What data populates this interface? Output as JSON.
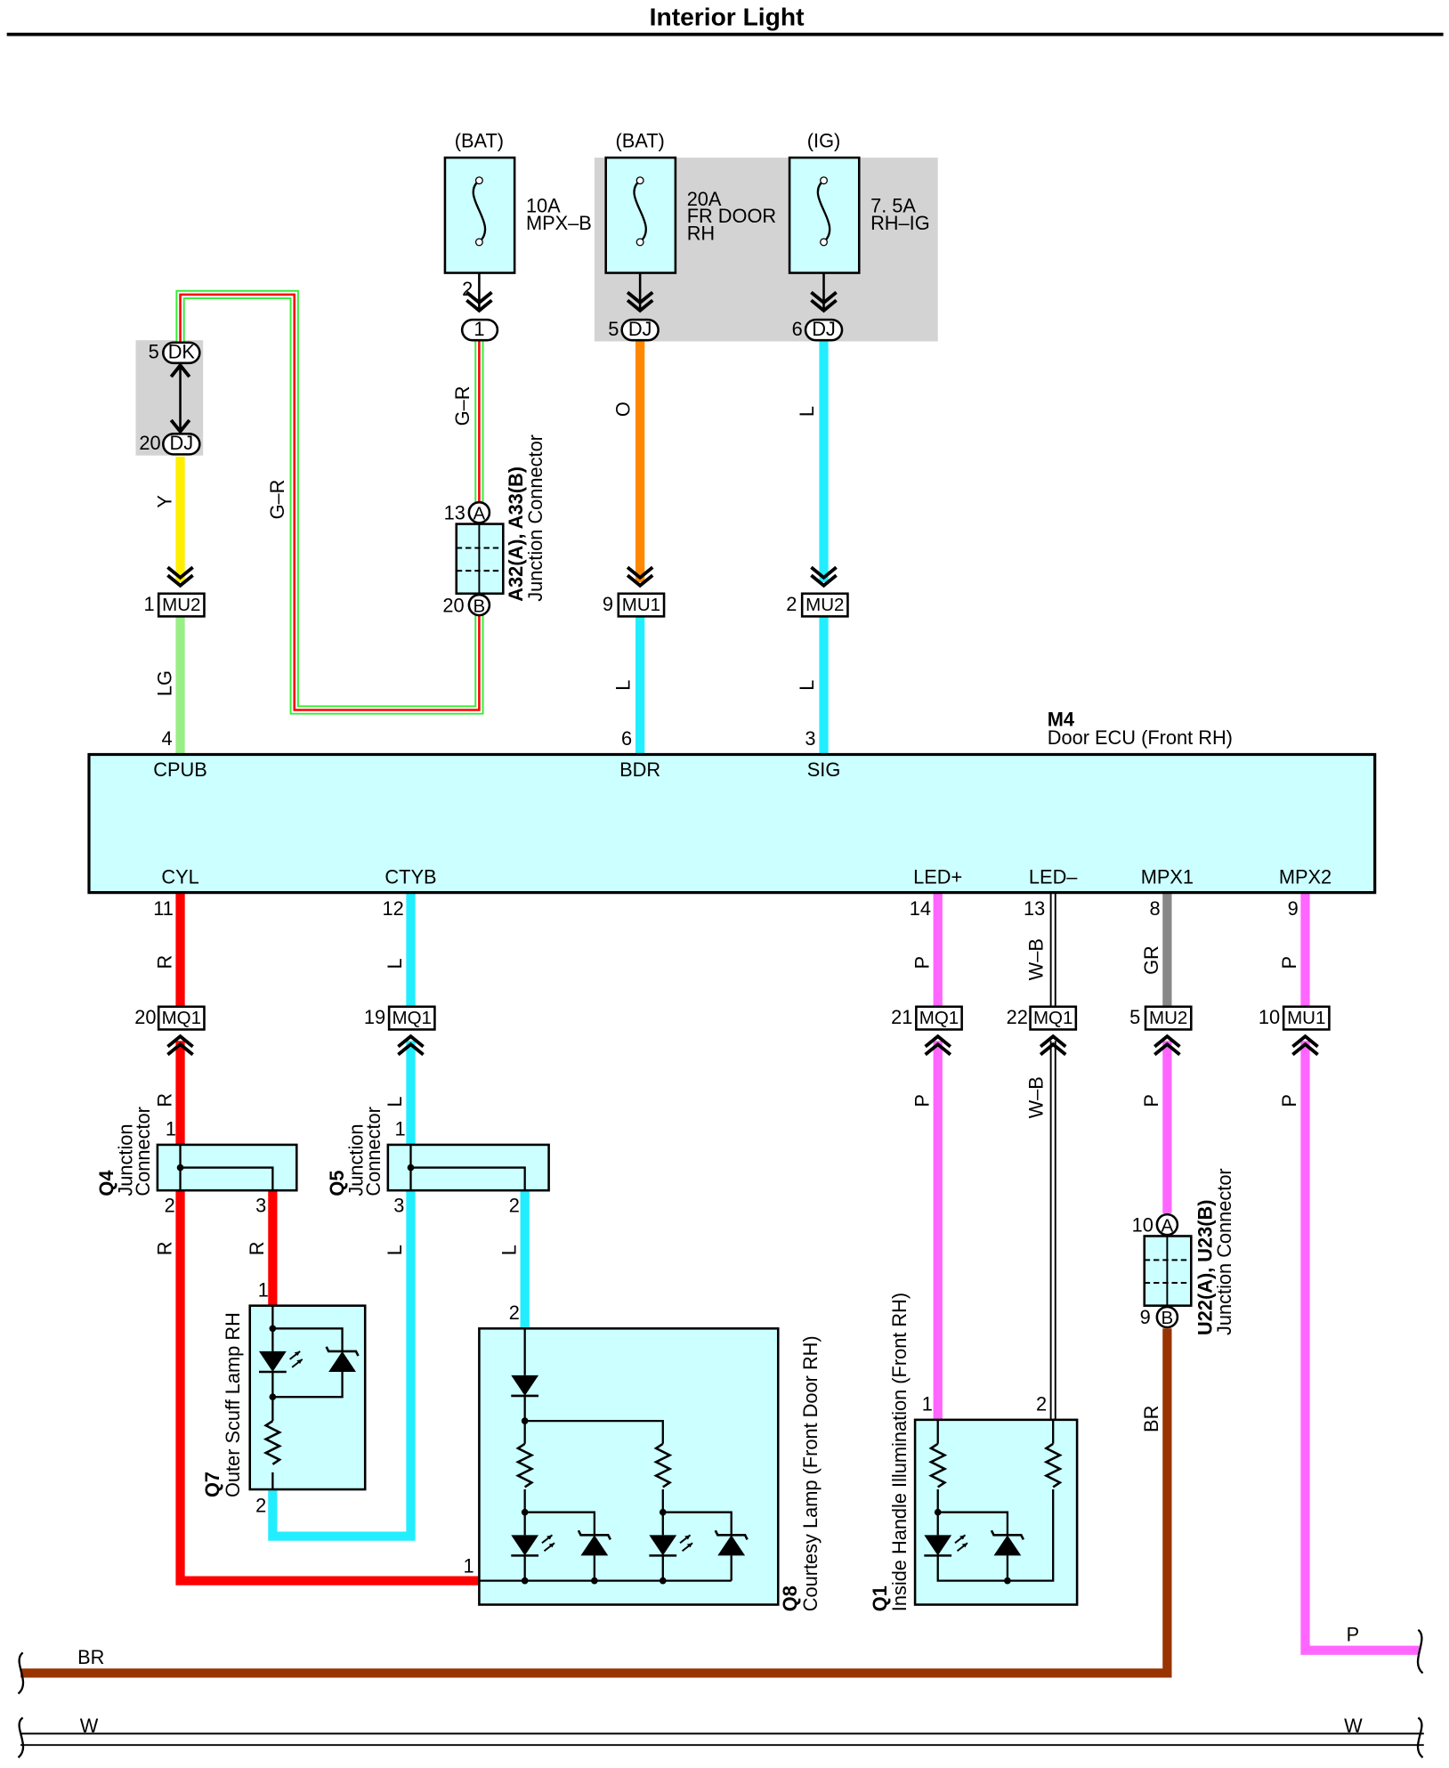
{
  "page": {
    "title": "Interior Light"
  },
  "fuses": [
    {
      "source": "(BAT)",
      "rating": "10A",
      "name1": "MPX–B",
      "name2": ""
    },
    {
      "source": "(BAT)",
      "rating": "20A",
      "name1": "FR DOOR",
      "name2": "RH"
    },
    {
      "source": "(IG)",
      "rating": "7. 5A",
      "name1": "RH–IG",
      "name2": ""
    }
  ],
  "connectors": {
    "dk_pin": "5",
    "dk": "DK",
    "dj_pin20": "20",
    "dj": "DJ",
    "bat_pin2": "2",
    "bat_conn": "1",
    "fr_pin": "5",
    "ig_pin": "6",
    "mu2_top_pin": "1",
    "mu2": "MU2",
    "mu1_top_pin": "9",
    "mu1": "MU1",
    "mu2_sig_pin": "2",
    "jc_a_pin": "13",
    "jc_a": "A",
    "jc_b_pin": "20",
    "jc_b": "B",
    "jc_name": "A32(A), A33(B)",
    "jc_desc": "Junction Connector",
    "mq1": "MQ1",
    "mq1_cyl_pin": "20",
    "mq1_ctyb_pin": "19",
    "mq1_led_plus_pin": "21",
    "mq1_led_minus_pin": "22",
    "mu2_mpx1_pin": "5",
    "mu1_mpx2_pin": "10",
    "u_a_pin": "10",
    "u_a": "A",
    "u_b_pin": "9",
    "u_b": "B",
    "u_name": "U22(A), U23(B)",
    "u_desc": "Junction Connector"
  },
  "wire_colors": {
    "g_r": "G–R",
    "y": "Y",
    "lg": "LG",
    "o": "O",
    "l": "L",
    "r": "R",
    "p": "P",
    "w_b": "W–B",
    "gr": "GR",
    "br": "BR",
    "w": "W"
  },
  "ecu": {
    "code": "M4",
    "name": "Door ECU (Front RH)",
    "top_pins": [
      {
        "pin": "4",
        "name": "CPUB"
      },
      {
        "pin": "6",
        "name": "BDR"
      },
      {
        "pin": "3",
        "name": "SIG"
      }
    ],
    "bottom_pins": [
      {
        "pin": "11",
        "name": "CYL"
      },
      {
        "pin": "12",
        "name": "CTYB"
      },
      {
        "pin": "14",
        "name": "LED+"
      },
      {
        "pin": "13",
        "name": "LED–"
      },
      {
        "pin": "8",
        "name": "MPX1"
      },
      {
        "pin": "9",
        "name": "MPX2"
      }
    ]
  },
  "components": {
    "q4": {
      "code": "Q4",
      "desc1": "Junction",
      "desc2": "Connector",
      "pin1": "1",
      "pin2": "2",
      "pin3": "3"
    },
    "q5": {
      "code": "Q5",
      "desc1": "Junction",
      "desc2": "Connector",
      "pin1": "1",
      "pin3": "3",
      "pin2": "2"
    },
    "q7": {
      "code": "Q7",
      "desc": "Outer Scuff Lamp RH",
      "pin1": "1",
      "pin2": "2"
    },
    "q8": {
      "code": "Q8",
      "desc": "Courtesy Lamp (Front Door RH)",
      "pin1": "1",
      "pin2": "2"
    },
    "q1": {
      "code": "Q1",
      "desc": "Inside Handle Illumination (Front RH)",
      "pin1": "1",
      "pin2": "2"
    }
  },
  "colors": {
    "green": "#33ee33",
    "red": "#ff0000",
    "yellow": "#ffee00",
    "lightgreen": "#99ee88",
    "orange": "#ff8800",
    "cyan": "#22eeff",
    "pink": "#ff66ff",
    "gray": "#888888",
    "brown": "#993300",
    "component_fill": "#ccffff",
    "shade": "#d3d3d3"
  }
}
